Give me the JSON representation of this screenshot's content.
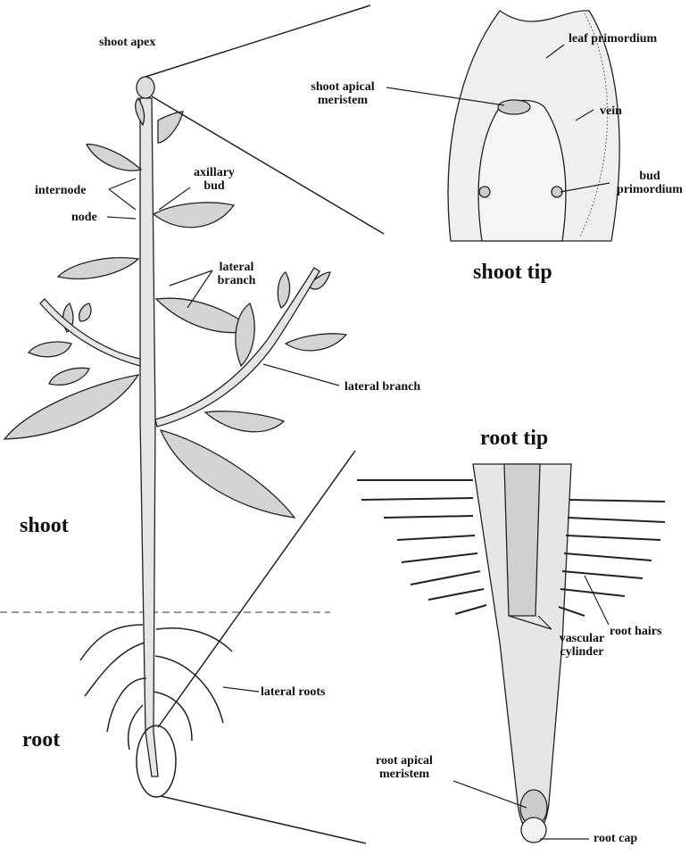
{
  "labels": {
    "shoot_apex": "shoot apex",
    "shoot_apical_meristem": "shoot apical meristem",
    "leaf_primordium": "leaf primordium",
    "vein": "vein",
    "bud_primordium": "bud primordium",
    "shoot_tip": "shoot tip",
    "axillary_bud": "axillary bud",
    "internode": "internode",
    "node": "node",
    "lateral_branch_upper": "lateral branch",
    "lateral_branch_lower": "lateral branch",
    "shoot": "shoot",
    "root_tip": "root tip",
    "root_hairs": "root hairs",
    "vascular_cylinder": "vascular cylinder",
    "lateral_roots": "lateral roots",
    "root": "root",
    "root_apical_meristem": "root apical meristem",
    "root_cap": "root cap"
  },
  "colors": {
    "fill": "#d9d9d9",
    "light": "#ededed",
    "stroke": "#222222",
    "ground": "#999999"
  }
}
